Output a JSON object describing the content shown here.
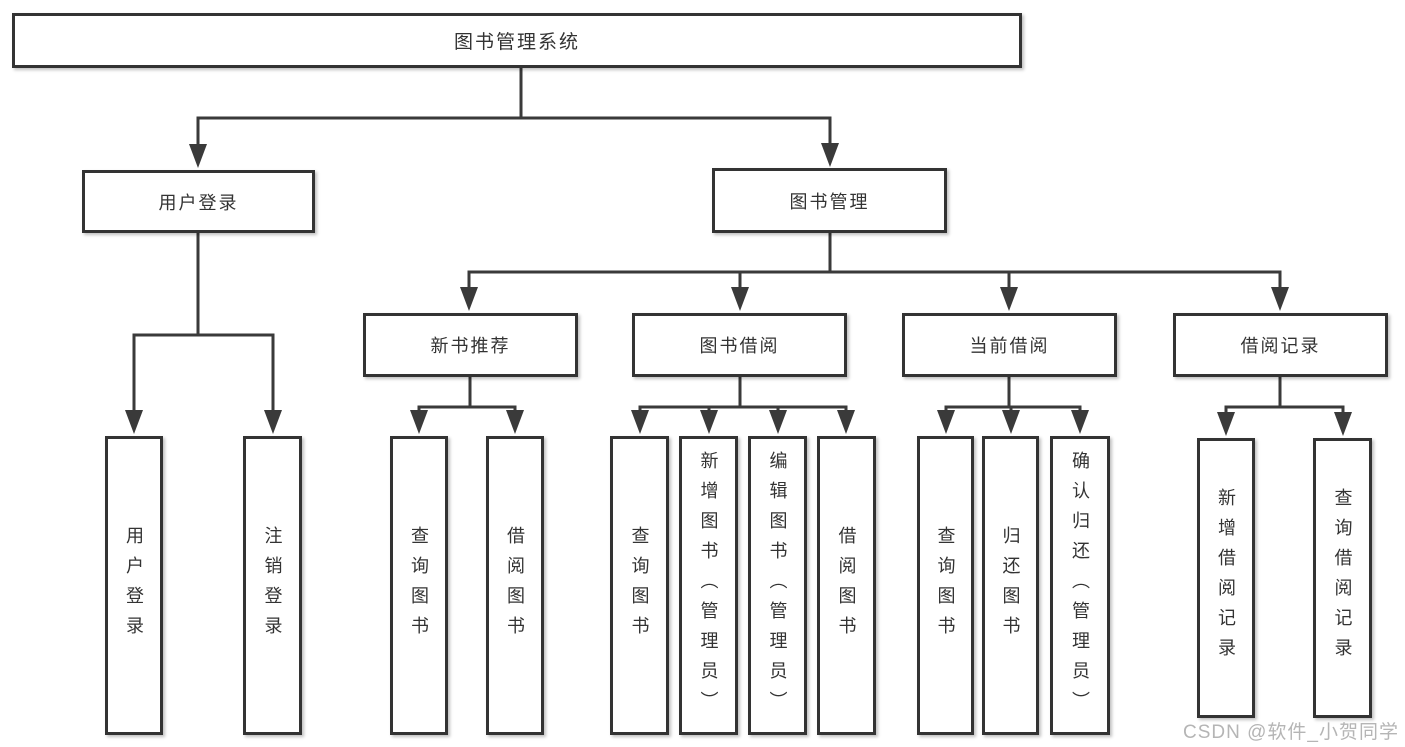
{
  "diagram": {
    "root": {
      "label": "图书管理系统"
    },
    "level2": [
      {
        "label": "用户登录",
        "children": [
          {
            "label": "用户登录"
          },
          {
            "label": "注销登录"
          }
        ]
      },
      {
        "label": "图书管理",
        "children": [
          {
            "label": "新书推荐",
            "children": [
              {
                "label": "查询图书"
              },
              {
                "label": "借阅图书"
              }
            ]
          },
          {
            "label": "图书借阅",
            "children": [
              {
                "label": "查询图书"
              },
              {
                "label": "新增图书（管理员）"
              },
              {
                "label": "编辑图书（管理员）"
              },
              {
                "label": "借阅图书"
              }
            ]
          },
          {
            "label": "当前借阅",
            "children": [
              {
                "label": "查询图书"
              },
              {
                "label": "归还图书"
              },
              {
                "label": "确认归还（管理员）"
              }
            ]
          },
          {
            "label": "借阅记录",
            "children": [
              {
                "label": "新增借阅记录"
              },
              {
                "label": "查询借阅记录"
              }
            ]
          }
        ]
      }
    ]
  },
  "watermark": {
    "text": "CSDN @软件_小贺同学"
  },
  "colors": {
    "line": "#3a3a3a",
    "box_border": "#333333",
    "text": "#333333",
    "watermark": "#b5b5b5",
    "background": "#ffffff"
  }
}
